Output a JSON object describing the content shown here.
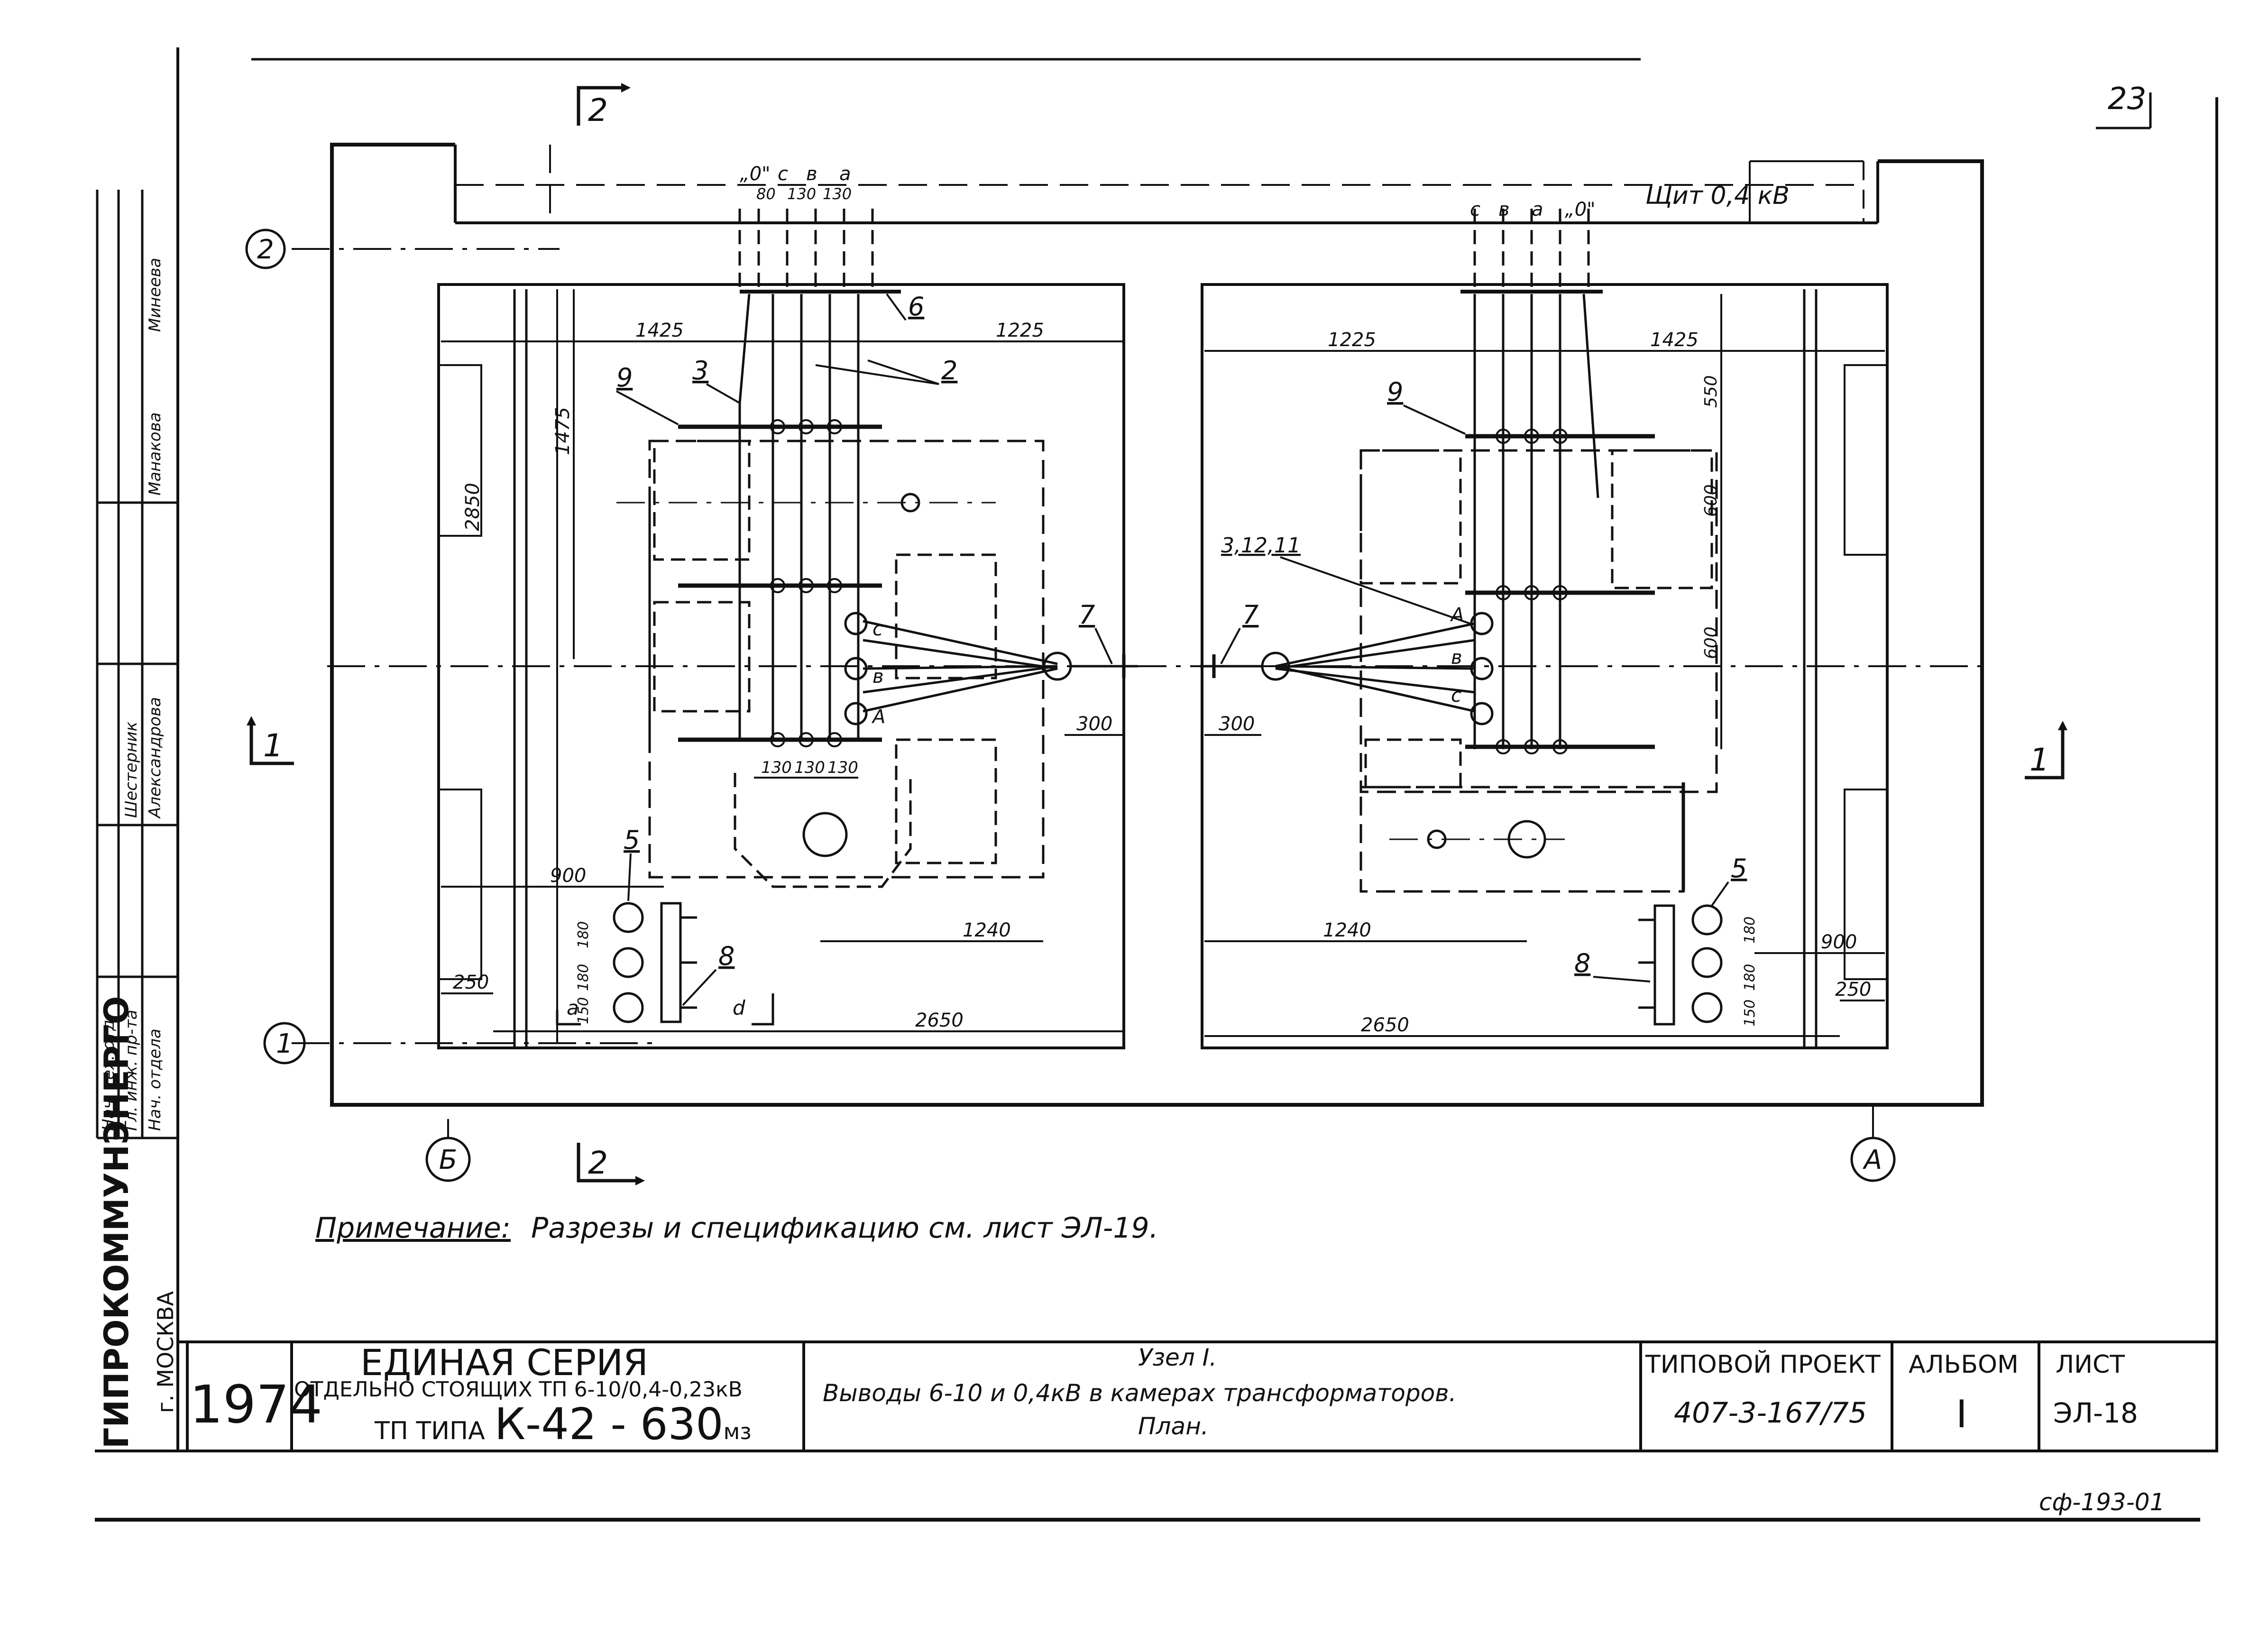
{
  "page_number": "23",
  "board_label": "Щит 0,4 кВ",
  "section_marks": {
    "sec2": "2",
    "sec1": "1"
  },
  "axis_labels": {
    "row2": "2",
    "row1": "1",
    "colB": "Б",
    "colA": "А"
  },
  "phase_labels_left": [
    "„0\"",
    "c",
    "в",
    "a"
  ],
  "phase_spacing_left": [
    "80",
    "130",
    "130"
  ],
  "phase_labels_right": [
    "c",
    "в",
    "a",
    "„0\""
  ],
  "dims_left": {
    "d1425": "1425",
    "d1225": "1225",
    "d1475": "1475",
    "d2850": "2850",
    "d300": "300",
    "d1240": "1240",
    "d900": "900",
    "d250": "250",
    "d2650": "2650",
    "bus_spacing": [
      "130",
      "130",
      "130"
    ],
    "v180a": "180",
    "v180b": "180",
    "v150": "150"
  },
  "dims_right": {
    "d1225": "1225",
    "d1425": "1425",
    "d550": "550",
    "d600a": "600",
    "d600b": "600",
    "d300": "300",
    "d1240": "1240",
    "d900": "900",
    "d250": "250",
    "d2650": "2650",
    "v180a": "180",
    "v180b": "180",
    "v150": "150"
  },
  "callouts_left": {
    "c2": "2",
    "c3": "3",
    "c5": "5",
    "c6": "6",
    "c7": "7",
    "c8": "8",
    "c9": "9",
    "a": "а",
    "d": "d"
  },
  "callouts_right": {
    "c3_12_11": "3,12,11",
    "c5": "5",
    "c7": "7",
    "c8": "8",
    "c9": "9"
  },
  "terminal_labels_left": [
    "c",
    "в",
    "A"
  ],
  "terminal_labels_right": [
    "A",
    "в",
    "c"
  ],
  "note": {
    "label": "Примечание:",
    "text": "Разрезы и спецификацию  см.  лист ЭЛ-19."
  },
  "staff": {
    "roles": [
      "Нач. тех. отд",
      "Гл. инж. пр-та",
      "Нач. отдела"
    ],
    "names": [
      "Шестерник",
      "Александрова",
      "Манакова",
      "Минеева"
    ]
  },
  "org_name": "ГИПРОКОММУНЭНЕРГО",
  "city": "г. МОСКВА",
  "title_block": {
    "year": "1974",
    "series_title": "ЕДИНАЯ  СЕРИЯ",
    "series_sub": "ОТДЕЛЬНО СТОЯЩИХ  ТП 6-10/0,4-0,23кВ",
    "tp_prefix": "ТП ТИПА",
    "tp_type": "К-42 - 630",
    "tp_suffix": "мз",
    "desc_line1": "Узел I.",
    "desc_line2": "Выводы 6-10 и 0,4кВ  в камерах    трансформаторов.",
    "desc_line3": "План.",
    "project_label": "ТИПОВОЙ ПРОЕКТ",
    "project_number": "407-3-167/75",
    "album_label": "АЛЬБОМ",
    "album_number": "I",
    "sheet_label": "ЛИСТ",
    "sheet_number": "ЭЛ-18"
  },
  "stamp_code": "сф-193-01"
}
